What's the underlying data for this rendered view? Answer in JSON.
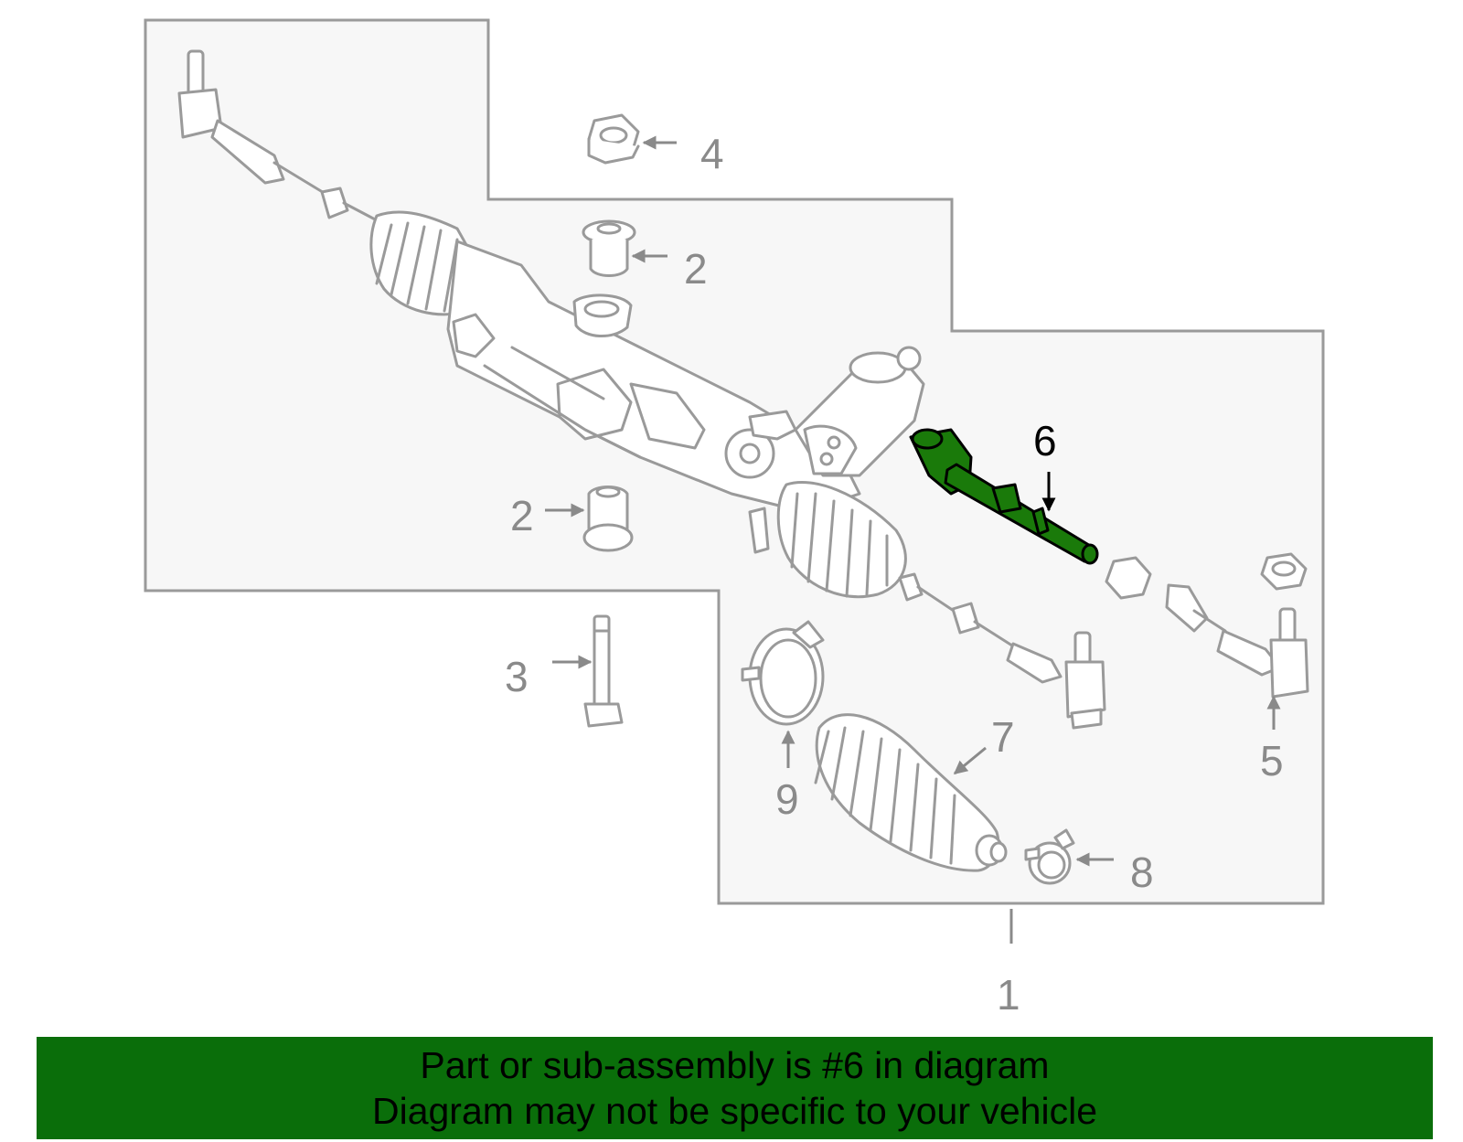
{
  "callouts": {
    "c1": "1",
    "c2a": "2",
    "c2b": "2",
    "c3": "3",
    "c4": "4",
    "c5": "5",
    "c6": "6",
    "c7": "7",
    "c8": "8",
    "c9": "9"
  },
  "banner": {
    "line1": "Part or sub-assembly is #6 in diagram",
    "line2": "Diagram may not be specific to your vehicle"
  },
  "colors": {
    "highlight": "#1a7a0a",
    "banner": "#0a6e0a",
    "callout": "#8a8a8a"
  }
}
